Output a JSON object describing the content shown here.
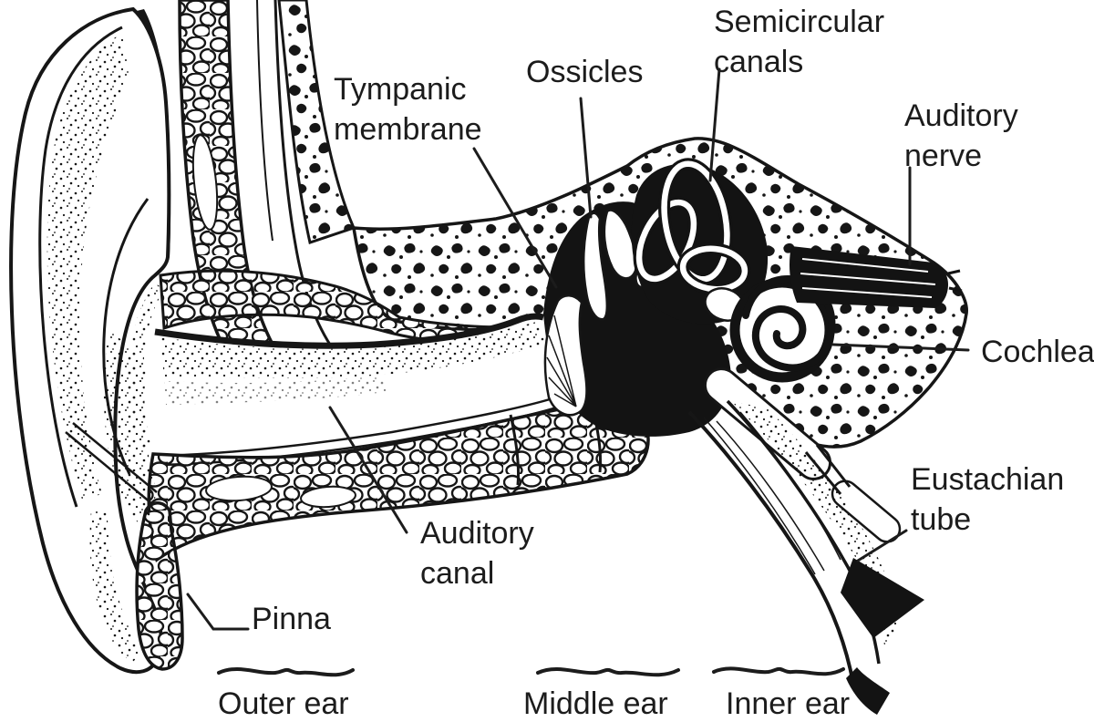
{
  "figure": {
    "description": "Black-and-white anatomical line drawing of the human ear in cross-section",
    "background": "#ffffff",
    "ink": "#161616",
    "text_color": "#1c1c1c",
    "labels": {
      "tympanic_membrane": [
        "Tympanic",
        "membrane"
      ],
      "ossicles": [
        "Ossicles"
      ],
      "semicircular_canals": [
        "Semicircular",
        "canals"
      ],
      "auditory_nerve": [
        "Auditory",
        "nerve"
      ],
      "cochlea": [
        "Cochlea"
      ],
      "eustachian_tube": [
        "Eustachian",
        "tube"
      ],
      "auditory_canal": [
        "Auditory",
        "canal"
      ],
      "pinna": [
        "Pinna"
      ]
    },
    "regions": {
      "outer_ear": "Outer ear",
      "middle_ear": "Middle ear",
      "inner_ear": "Inner ear"
    }
  }
}
